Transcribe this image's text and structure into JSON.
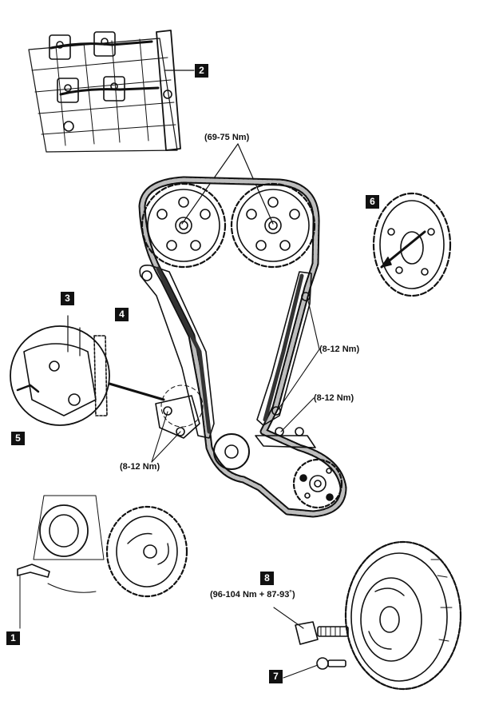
{
  "callouts": {
    "c1": "1",
    "c2": "2",
    "c3": "3",
    "c4": "4",
    "c5": "5",
    "c6": "6",
    "c7": "7",
    "c8": "8"
  },
  "torque_labels": {
    "camshaft_sprockets": "(69-75 Nm)",
    "right_guide_upper": "(8-12 Nm)",
    "right_guide_lower": "(8-12 Nm)",
    "left_guide": "(8-12 Nm)",
    "crank_pulley_bolt": "(96-104 Nm + 87-93˚)"
  },
  "colors": {
    "ink": "#111111",
    "chain_fill": "#bdbdbd",
    "paper": "#ffffff"
  }
}
